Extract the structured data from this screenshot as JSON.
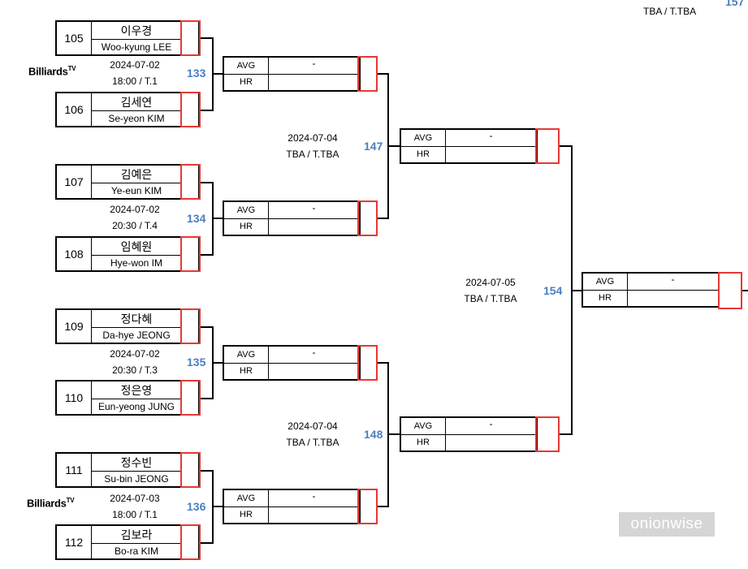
{
  "top_right": {
    "venue": "TBA / T.TBA",
    "match_no": "157"
  },
  "logo_text": "Billiards",
  "logo_sup": "TV",
  "watermark": "onionwise",
  "result_labels": {
    "avg": "AVG",
    "hr": "HR"
  },
  "placeholder": "-",
  "players": [
    {
      "seed": "105",
      "kr": "이우경",
      "en": "Woo-kyung LEE"
    },
    {
      "seed": "106",
      "kr": "김세연",
      "en": "Se-yeon KIM"
    },
    {
      "seed": "107",
      "kr": "김예은",
      "en": "Ye-eun KIM"
    },
    {
      "seed": "108",
      "kr": "임혜원",
      "en": "Hye-won IM"
    },
    {
      "seed": "109",
      "kr": "정다혜",
      "en": "Da-hye JEONG"
    },
    {
      "seed": "110",
      "kr": "정은영",
      "en": "Eun-yeong JUNG"
    },
    {
      "seed": "111",
      "kr": "정수빈",
      "en": "Su-bin JEONG"
    },
    {
      "seed": "112",
      "kr": "김보라",
      "en": "Bo-ra KIM"
    }
  ],
  "r1_matches": [
    {
      "date": "2024-07-02",
      "time": "18:00 / T.1",
      "no": "133"
    },
    {
      "date": "2024-07-02",
      "time": "20:30 / T.4",
      "no": "134"
    },
    {
      "date": "2024-07-02",
      "time": "20:30 / T.3",
      "no": "135"
    },
    {
      "date": "2024-07-03",
      "time": "18:00 / T.1",
      "no": "136"
    }
  ],
  "r2_matches": [
    {
      "date": "2024-07-04",
      "time": "TBA / T.TBA",
      "no": "147"
    },
    {
      "date": "2024-07-04",
      "time": "TBA / T.TBA",
      "no": "148"
    }
  ],
  "r3_match": {
    "date": "2024-07-05",
    "time": "TBA / T.TBA",
    "no": "154"
  }
}
